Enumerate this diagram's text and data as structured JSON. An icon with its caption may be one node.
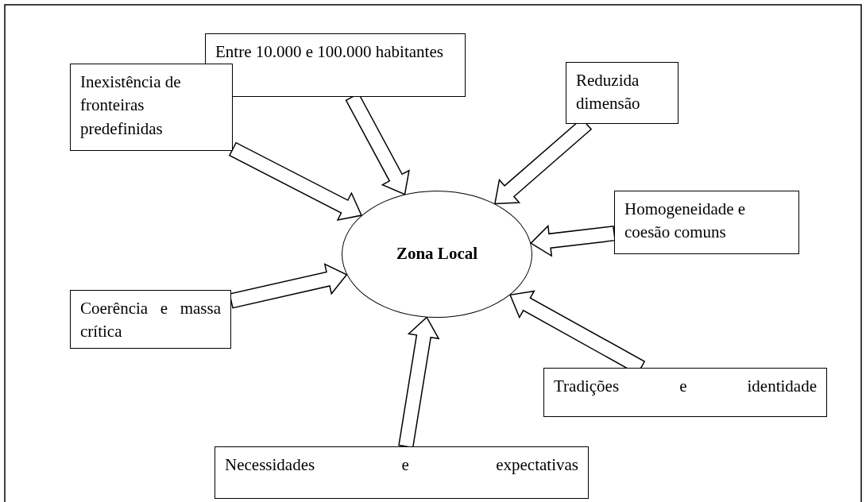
{
  "diagram": {
    "nodes": [
      {
        "text": [
          "Entre 10.000 e 100.000 habitantes"
        ]
      },
      {
        "text": [
          "Reduzida dimensão"
        ]
      },
      {
        "text": [
          "Inexistência de fronteiras predefinidas"
        ]
      },
      {
        "text": [
          "Zona Local"
        ]
      },
      {
        "text": [
          "Homogeneidade e coesão comuns"
        ]
      },
      {
        "text": [
          "Coerência e massa crítica"
        ]
      },
      {
        "text": [
          "Tradições e identidade"
        ]
      },
      {
        "text": [
          "Necessidades e expectativas"
        ]
      }
    ],
    "edges": [
      {
        "from": 0,
        "to": 3,
        "arrow": "to"
      },
      {
        "from": 1,
        "to": 3,
        "arrow": "to"
      },
      {
        "from": 2,
        "to": 3,
        "arrow": "to"
      },
      {
        "from": 4,
        "to": 3,
        "arrow": "to"
      },
      {
        "from": 5,
        "to": 3,
        "arrow": "to"
      },
      {
        "from": 6,
        "to": 3,
        "arrow": "to"
      },
      {
        "from": 7,
        "to": 3,
        "arrow": "to"
      }
    ]
  }
}
